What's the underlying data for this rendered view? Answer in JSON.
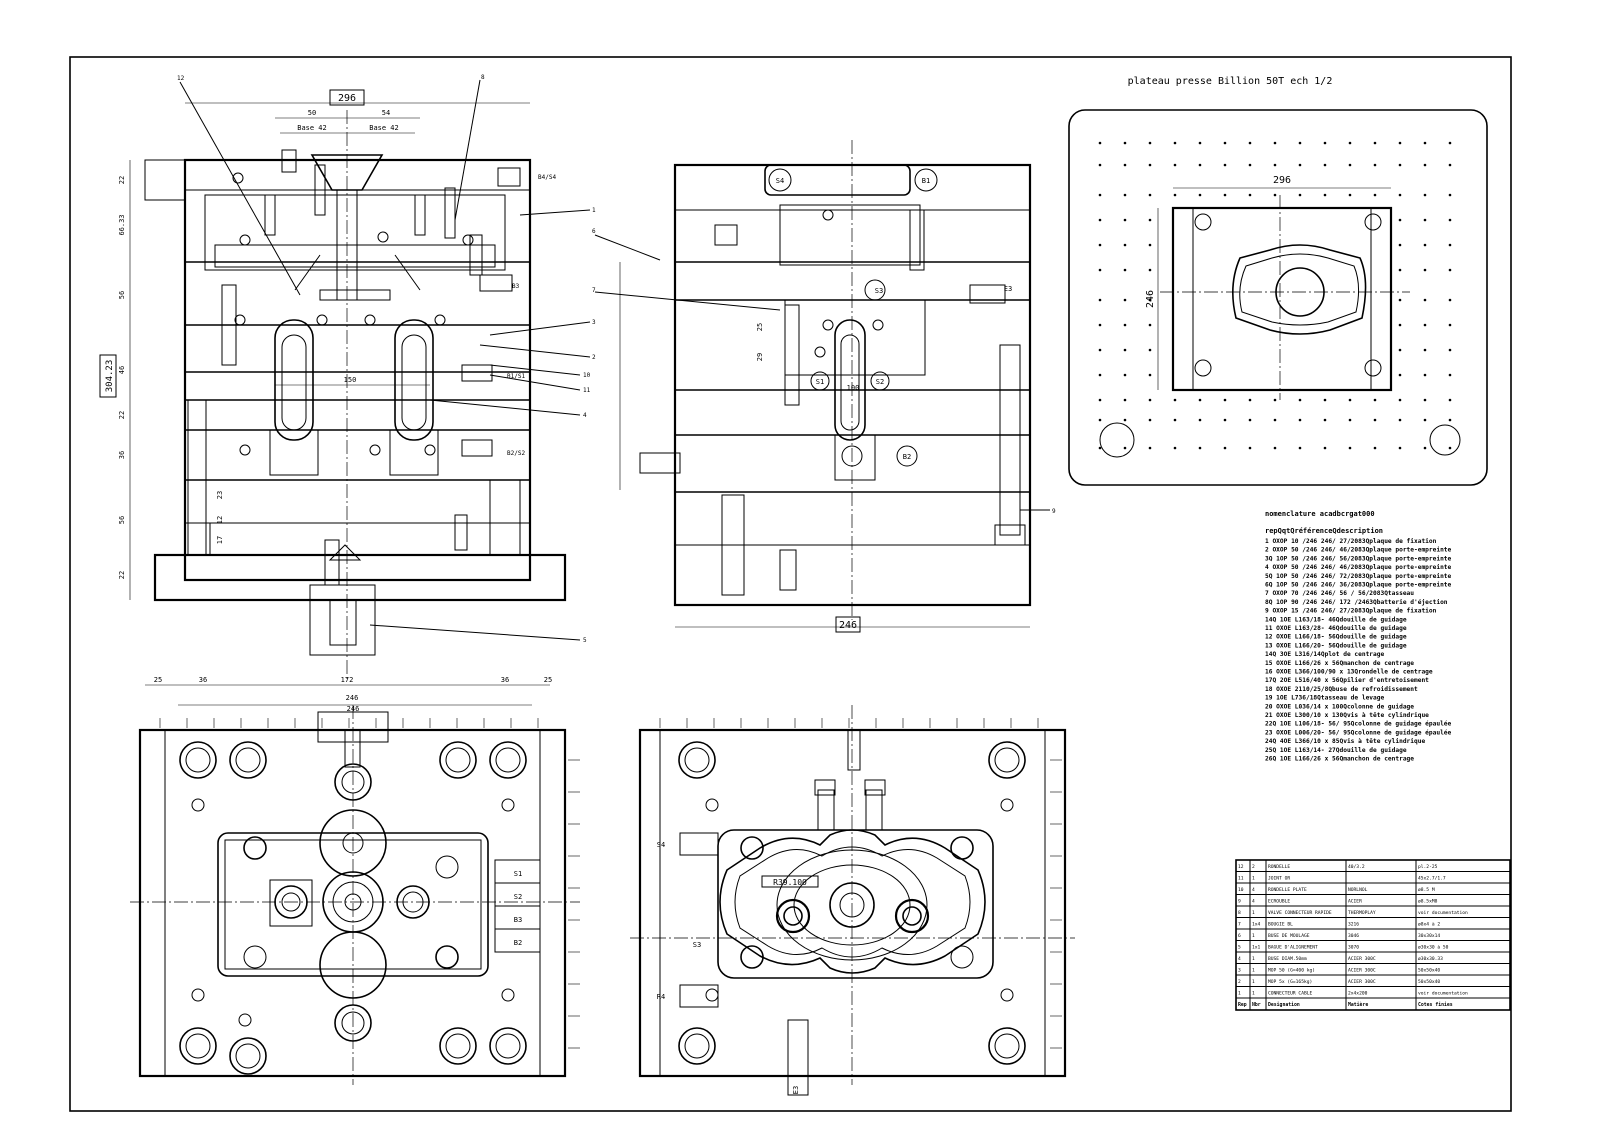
{
  "title": "plateau presse Billion 50T ech 1/2",
  "front_view": {
    "dims_top": {
      "overall": "296",
      "left": "50",
      "right": "54",
      "base_left": "Base 42",
      "base_right": "Base 42"
    },
    "dims_bottom": {
      "a": "25",
      "b": "36",
      "c": "172",
      "d": "36",
      "e": "25",
      "f": "246"
    },
    "dims_left": {
      "overall": "304.23",
      "h1": "22",
      "h2": "66.33",
      "h3": "56",
      "h4": "46",
      "h5": "22",
      "h6": "36",
      "h7": "56",
      "h8": "22",
      "h9": "23",
      "h10": "12",
      "h11": "17"
    },
    "inner_dim": "150",
    "labels": {
      "b4": "B4/S4",
      "b3": "B3",
      "b1": "B1/S1",
      "b2": "B2/S2"
    },
    "callouts": {
      "c12": "12",
      "c8": "8",
      "c1": "1",
      "c6": "6",
      "c7": "7",
      "c3": "3",
      "c2": "2",
      "c10": "10",
      "c11": "11",
      "c4": "4",
      "c5": "5"
    }
  },
  "side_view": {
    "dim_bottom": "246",
    "inner_dims": {
      "d25": "25",
      "d29": "29",
      "d100": "100"
    },
    "labels": {
      "s4": "S4",
      "b1": "B1",
      "s3": "S3",
      "e3": "E3",
      "s1": "S1",
      "s2": "S2",
      "b2": "B2"
    },
    "callout_9": "9"
  },
  "platen_view": {
    "width": "296",
    "height": "246"
  },
  "plan_left": {
    "top_dim": "246",
    "labels": {
      "s1": "S1",
      "s2": "S2",
      "b3": "B3",
      "b2": "B2"
    }
  },
  "plan_right": {
    "labels": {
      "s4": "S4",
      "s3": "S3",
      "r4": "R4",
      "e3": "E3",
      "cavity": "R39.100"
    }
  },
  "nomenclature": {
    "title": "nomenclature acadbcrgat000",
    "header": "repQqtQréférenceQdescription",
    "rows": [
      "1  OXOP 10 /246 246/ 27/2083Qplaque de fixation",
      "2  OXOP 50 /246 246/ 46/2083Qplaque porte-empreinte",
      "3Q  1OP 50 /246 246/ 56/2083Qplaque porte-empreinte",
      "4  OXOP 50 /246 246/ 46/2083Qplaque porte-empreinte",
      "5Q  1OP 50 /246 246/ 72/2083Qplaque porte-empreinte",
      "6Q  1OP 50 /246 246/ 36/2083Qplaque porte-empreinte",
      "7  OXOP 70 /246 246/ 56 / 56/2083Qtasseau",
      "8Q  1OP 90 /246 246/ 172 /2463Qbatterie d'éjection",
      "9  OXOP 15 /246 246/ 27/2083Qplaque de fixation",
      "14Q 1OE L163/18-  46Qdouille de guidage",
      "11 OXOE L163/28-  46Qdouille de guidage",
      "12 OXOE L166/18-  56Qdouille de guidage",
      "13 OXOE L166/20-  56Qdouille de guidage",
      "14Q 3OE L316/14Qplot de centrage",
      "15 OXOE L166/26 x  56Qmanchon de centrage",
      "16 OXOE L366/100/90 x 13Qrondelle de centrage",
      "17Q 2OE L516/40 x  56Qpilier d'entretoisement",
      "18 OXOE 2110/25/8Qbuse de refroidissement",
      "19  1OE L736/18Qtasseau de levage",
      "20 OXOE L036/14 x 100Qcolonne de guidage",
      "21 OXOE L300/10 x 130Qvis à tête cylindrique",
      "22Q 1OE L106/18-  56/  95Qcolonne de guidage épaulée",
      "23 OXOE L006/20-  56/  95Qcolonne de guidage épaulée",
      "24Q 4OE L366/10 x  85Qvis à tête cylindrique",
      "25Q 1OE L163/14-  27Qdouille de guidage",
      "26Q 1OE L166/26 x  56Qmanchon de centrage"
    ]
  },
  "title_block": {
    "rows": [
      [
        "12",
        "2",
        "RONDELLE",
        "40/3.2",
        "pl.2-25"
      ],
      [
        "11",
        "1",
        "JOINT OR",
        "",
        "45x2.7/1.7"
      ],
      [
        "10",
        "4",
        "RONDELLE PLATE",
        "NORLNOL",
        "ø8.5 M"
      ],
      [
        "9",
        "4",
        "ECROUBLE",
        "ACIER",
        "ø8.5xM8"
      ],
      [
        "8",
        "1",
        "VALVE CONNECTEUR RAPIDE",
        "THERMOPLAY",
        "voir documentation"
      ],
      [
        "7",
        "1x4",
        "BOUGIE BL",
        "3216",
        "ø8x4 à 2"
      ],
      [
        "6",
        "1",
        "BUSE DE MOULAGE",
        "3046",
        "30x30x14"
      ],
      [
        "5",
        "1x1",
        "BAGUE D'ALIGNEMENT",
        "3070",
        "ø30x30 à 50"
      ],
      [
        "4",
        "1",
        "BUSE DIAM.50mm",
        "ACIER 300C",
        "ø30x30.33"
      ],
      [
        "3",
        "1",
        "MOP 50 (G=400 kg)",
        "ACIER 300C",
        "50x50x40"
      ],
      [
        "2",
        "1",
        "MOP 5x (G=165kg)",
        "ACIER 300C",
        "50x50x40"
      ],
      [
        "1",
        "1",
        "CONNECTEUR CABLE",
        "2x4x200",
        "voir documentation"
      ]
    ],
    "footer": [
      "Rep",
      "Nbr",
      "Designation",
      "Matière",
      "Cotes finies"
    ]
  }
}
